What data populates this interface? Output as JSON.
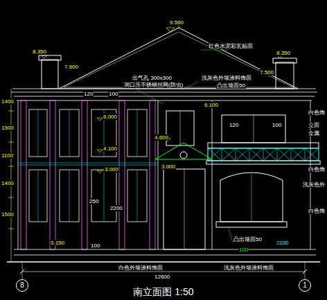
{
  "diagram": {
    "title": "南立面图 1:50",
    "nodes": [
      {
        "text": [
          "8"
        ]
      },
      {
        "text": [
          "1"
        ]
      }
    ],
    "labels": [
      "9.590",
      "8.350",
      "8.350",
      "7.600",
      "7.500",
      "红色水泥彩瓦贴面",
      "出气孔 300x300",
      "洞口压不锈钢丝网(防虫)",
      "浅灰色外墙涂料饰面",
      "凸出墙面50",
      "6.100",
      "6.000",
      "4.600",
      "4.100",
      "3.000",
      "3.000",
      "0.150",
      "白色外墙涂料饰面",
      "浅灰色外墙涂料饰面",
      "凸出墙面50",
      "12600",
      "白色饰",
      "立面",
      "金属",
      "白色饰",
      "浅灰色外",
      "白色饰",
      "1400",
      "1500",
      "1100",
      "1400",
      "1500",
      "120",
      "100",
      "120",
      "100",
      "250",
      "2200",
      "100",
      "100",
      "2100"
    ]
  }
}
